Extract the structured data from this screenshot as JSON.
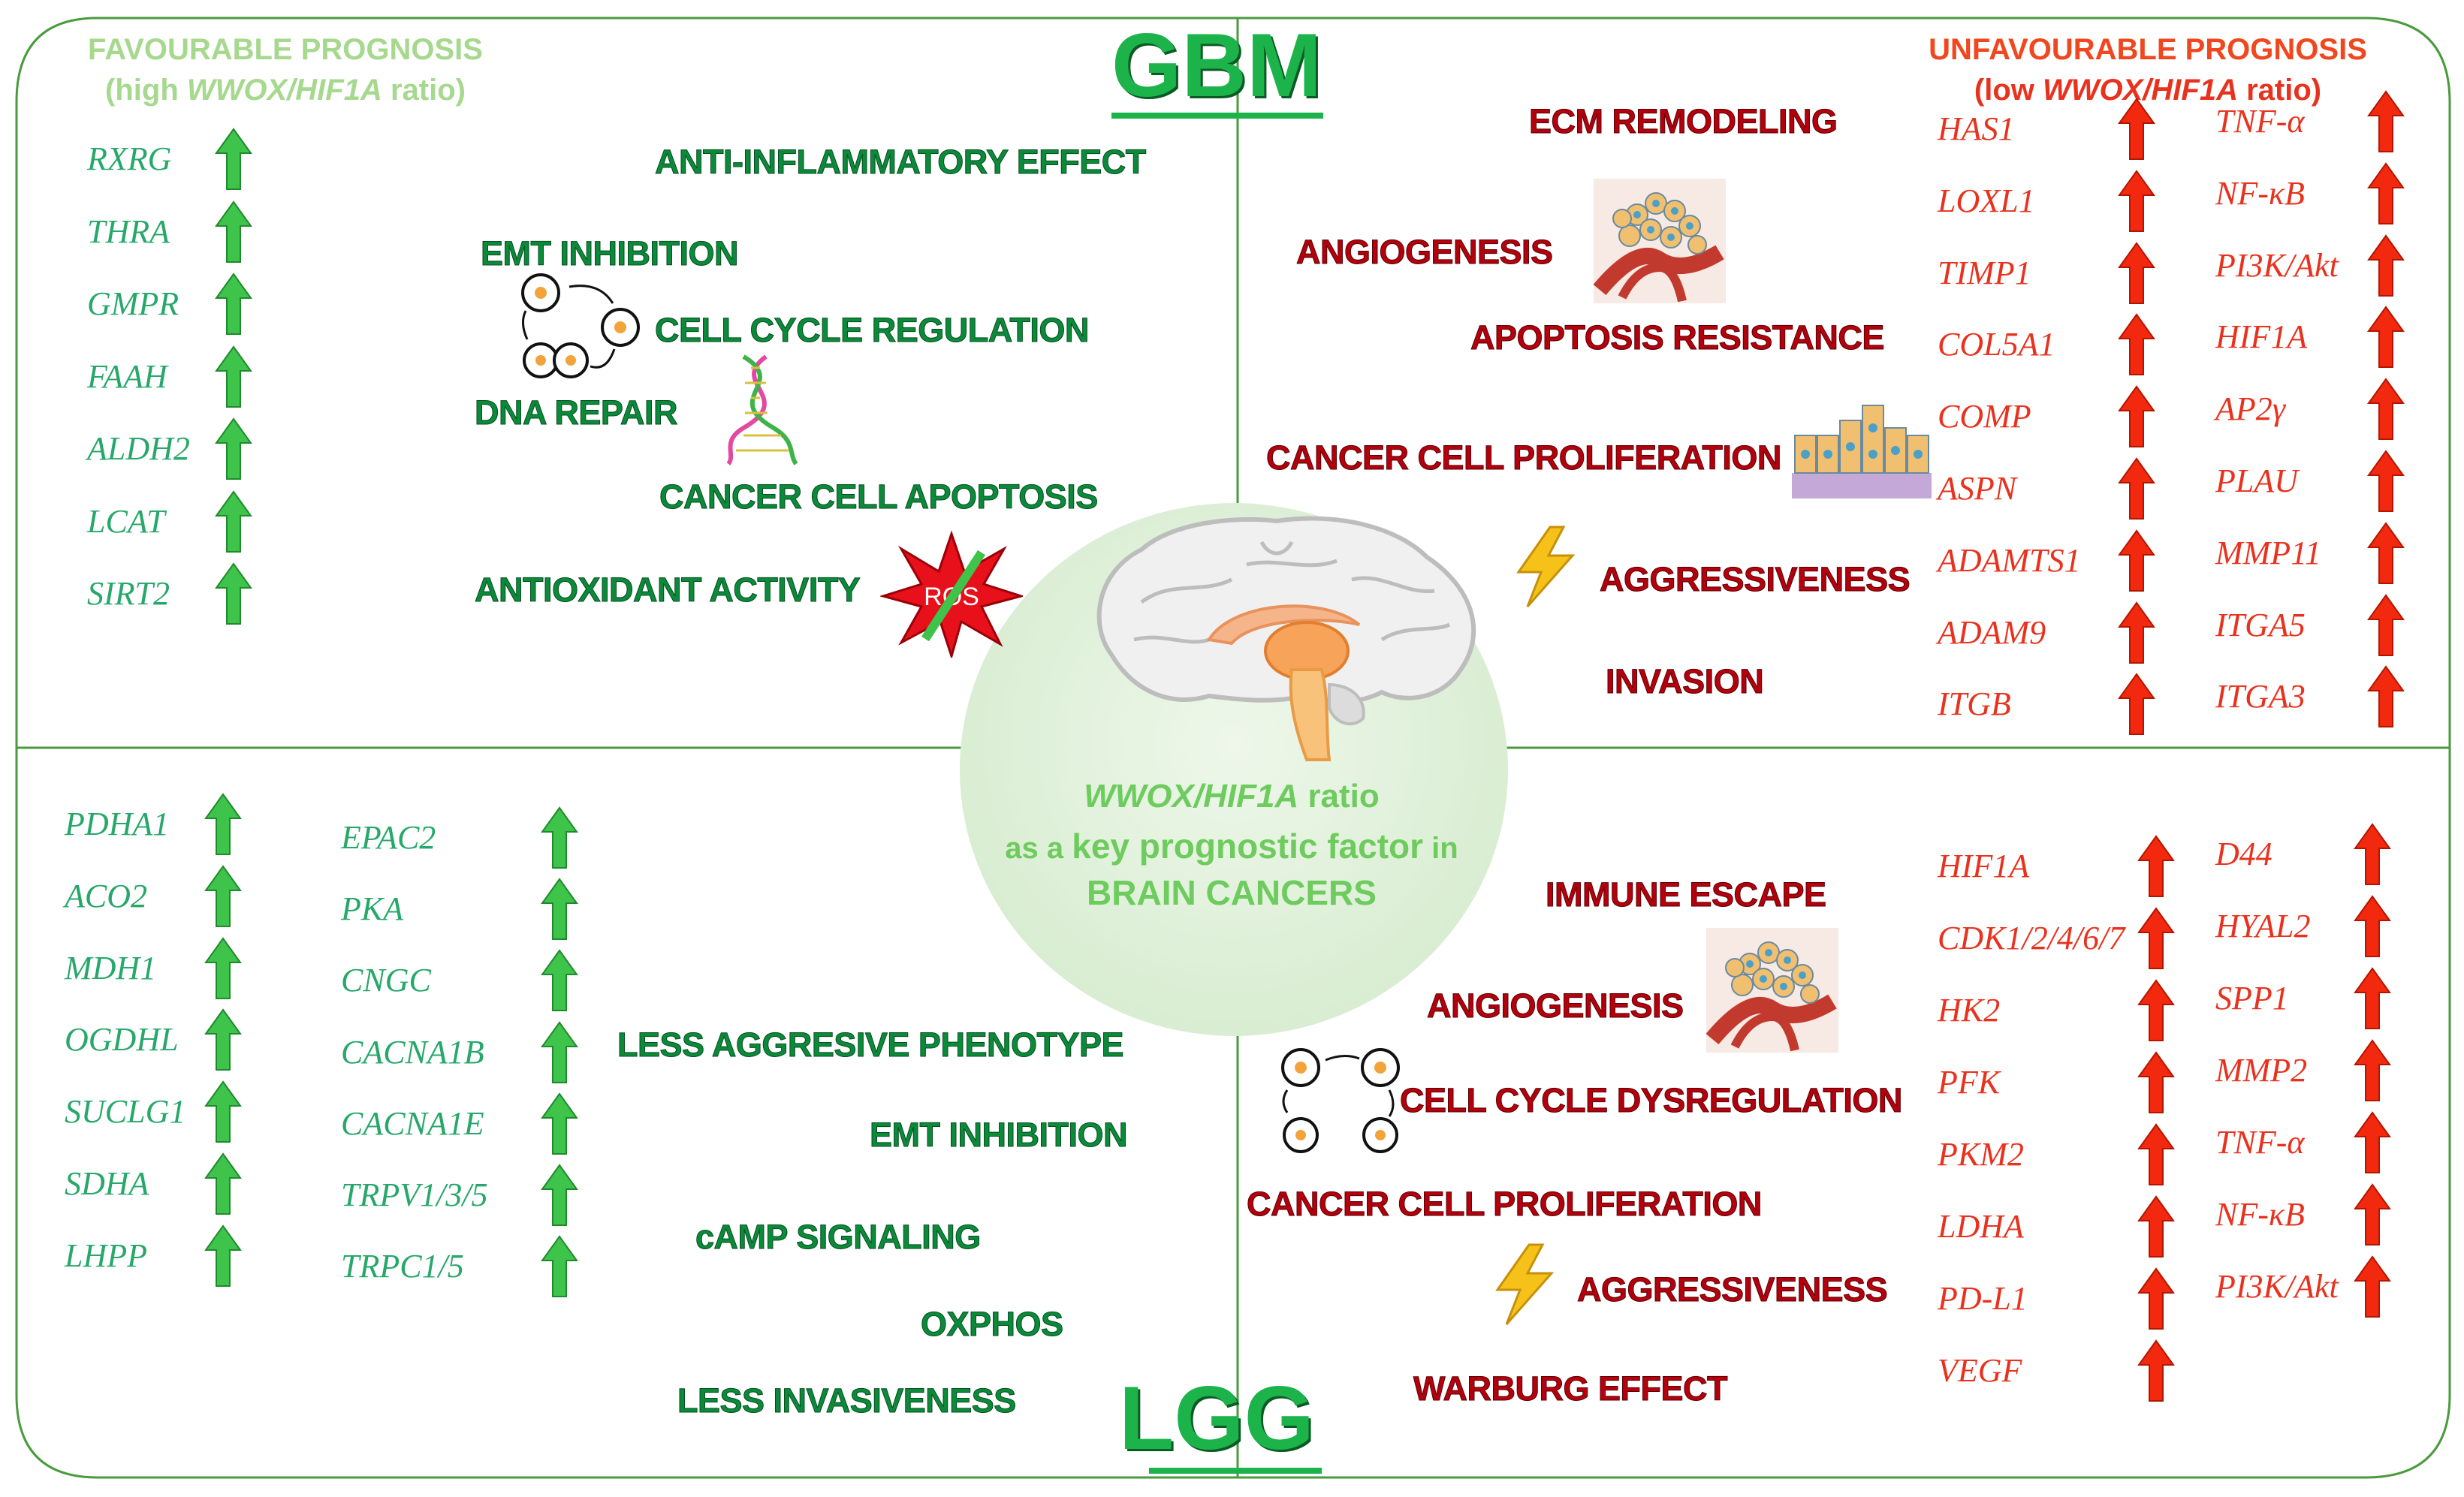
{
  "colors": {
    "frame": "#4a9a3e",
    "green_text": "#0b8a3a",
    "green_gene": "#27a86a",
    "red_text": "#b3000c",
    "red_gene": "#e8321e",
    "green_arrow": "#3ec44a",
    "red_arrow": "#f3290f",
    "circle": "#d9edd2",
    "center_text": "#6ecb5e"
  },
  "titles": {
    "top": "GBM",
    "bottom": "LGG"
  },
  "favourable": {
    "title": "FAVOURABLE PROGNOSIS",
    "sub_prefix": "(high ",
    "sub_italic": "WWOX/HIF1A",
    "sub_suffix": " ratio)"
  },
  "unfavourable": {
    "title": "UNFAVOURABLE PROGNOSIS",
    "sub_prefix": "(low ",
    "sub_italic": "WWOX/HIF1A",
    "sub_suffix": " ratio)"
  },
  "center": {
    "line1_italic": "WWOX/HIF1A",
    "line1_suffix": " ratio",
    "line2_prefix": "as a ",
    "line2_bold": "key prognostic factor",
    "line2_suffix": " in",
    "line3": "BRAIN CANCERS"
  },
  "gbm_fav_genes": [
    "RXRG",
    "THRA",
    "GMPR",
    "FAAH",
    "ALDH2",
    "LCAT",
    "SIRT2"
  ],
  "gbm_fav_processes": {
    "anti_inflammatory": "ANTI-INFLAMMATORY EFFECT",
    "emt_inhibition": "EMT INHIBITION",
    "cell_cycle": "CELL CYCLE REGULATION",
    "dna_repair": "DNA REPAIR",
    "apoptosis": "CANCER  CELL APOPTOSIS",
    "antioxidant": "ANTIOXIDANT ACTIVITY",
    "ros_label": "ROS"
  },
  "gbm_unfav_genes_col1": [
    "HAS1",
    "LOXL1",
    "TIMP1",
    "COL5A1",
    "COMP",
    "ASPN",
    "ADAMTS1",
    "ADAM9",
    "ITGB"
  ],
  "gbm_unfav_genes_col2": [
    "TNF-α",
    "NF-κB",
    "PI3K/Akt",
    "HIF1A",
    "AP2γ",
    "PLAU",
    "MMP11",
    "ITGA5",
    "ITGA3"
  ],
  "gbm_unfav_processes": {
    "ecm": "ECM REMODELING",
    "angiogenesis": "ANGIOGENESIS",
    "apoptosis_resistance": "APOPTOSIS RESISTANCE",
    "proliferation": "CANCER CELL PROLIFERATION",
    "aggressiveness": "AGGRESSIVENESS",
    "invasion": "INVASION"
  },
  "lgg_fav_genes_col1": [
    "PDHA1",
    "ACO2",
    "MDH1",
    "OGDHL",
    "SUCLG1",
    "SDHA",
    "LHPP"
  ],
  "lgg_fav_genes_col2": [
    "EPAC2",
    "PKA",
    "CNGC",
    "CACNA1B",
    "CACNA1E",
    "TRPV1/3/5",
    "TRPC1/5"
  ],
  "lgg_fav_processes": {
    "less_aggressive": "LESS AGGRESIVE PHENOTYPE",
    "emt_inhibition": "EMT INHIBITION",
    "camp": "cAMP SIGNALING",
    "oxphos": "OXPHOS",
    "less_invasive": "LESS INVASIVENESS"
  },
  "lgg_unfav_genes_col1": [
    "HIF1A",
    "CDK1/2/4/6/7",
    "HK2",
    "PFK",
    "PKM2",
    "LDHA",
    "PD-L1",
    "VEGF"
  ],
  "lgg_unfav_genes_col2": [
    "D44",
    "HYAL2",
    "SPP1",
    "MMP2",
    "TNF-α",
    "NF-κB",
    "PI3K/Akt"
  ],
  "lgg_unfav_processes": {
    "immune_escape": "IMMUNE ESCAPE",
    "angiogenesis": "ANGIOGENESIS",
    "cell_cycle": "CELL CYCLE DYSREGULATION",
    "proliferation": "CANCER CELL PROLIFERATION",
    "aggressiveness": "AGGRESSIVENESS",
    "warburg": "WARBURG EFFECT"
  }
}
